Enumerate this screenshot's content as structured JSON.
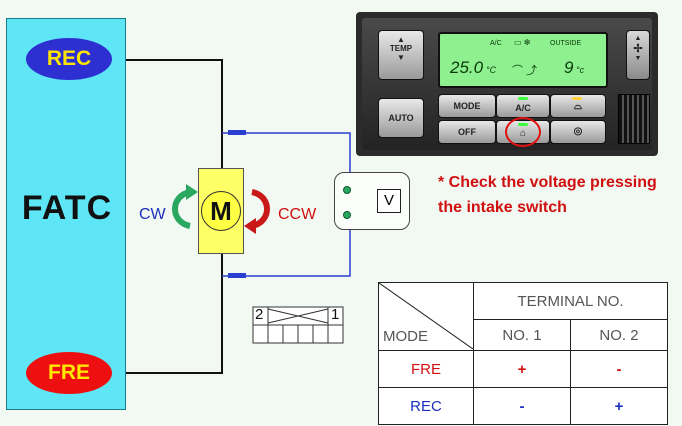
{
  "fatc": {
    "title": "FATC",
    "rec_label": "REC",
    "fre_label": "FRE"
  },
  "motor": {
    "label": "M",
    "cw_label": "CW",
    "ccw_label": "CCW"
  },
  "meter": {
    "label": "V"
  },
  "note": {
    "text": "* Check the voltage pressing the intake switch"
  },
  "connector": {
    "pin_left": "2",
    "pin_right": "1"
  },
  "panel": {
    "temp_label": "TEMP",
    "auto_label": "AUTO",
    "mode_label": "MODE",
    "off_label": "OFF",
    "ac_label": "A/C",
    "lcd_ac": "A/C",
    "lcd_outside": "OUTSIDE",
    "lcd_temp": "25.0",
    "lcd_temp_unit": "°C",
    "lcd_outside_temp": "9",
    "lcd_outside_unit": "°c"
  },
  "table": {
    "header_terminal": "TERMINAL NO.",
    "header_mode": "MODE",
    "col1": "NO. 1",
    "col2": "NO. 2",
    "rows": [
      {
        "mode": "FRE",
        "no1": "+",
        "no2": "-"
      },
      {
        "mode": "REC",
        "no1": "-",
        "no2": "+"
      }
    ]
  },
  "colors": {
    "fatc_fill": "#5ee6f7",
    "rec_fill": "#2d2fd0",
    "fre_fill": "#ee1010",
    "label_yellow": "#ffe600",
    "wire_blue": "#1a2fc0",
    "note_red": "#d01010",
    "lcd_green": "#8ef08e"
  }
}
